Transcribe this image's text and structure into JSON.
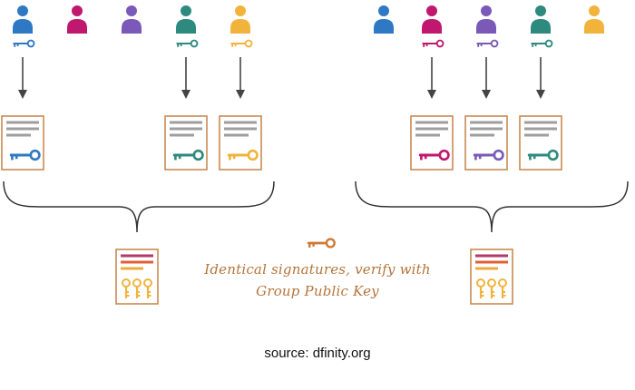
{
  "colors": {
    "blue": "#2f79c4",
    "magenta": "#c0186e",
    "purple": "#7b59b8",
    "teal": "#2e8a7e",
    "yellow": "#f2b33d",
    "doc_border": "#c98a52",
    "doc_lines": "#9e9e9e",
    "bracket": "#333333",
    "arrow": "#444444",
    "group_key": "#cf7a33",
    "cert_line_1": "#b03a6e",
    "cert_line_2": "#e0603a",
    "cert_line_3": "#f0a83c"
  },
  "groups": [
    {
      "users": [
        "blue",
        "magenta",
        "purple",
        "teal",
        "yellow"
      ],
      "signers": [
        "blue",
        "teal",
        "yellow"
      ]
    },
    {
      "users": [
        "blue",
        "magenta",
        "purple",
        "teal",
        "yellow"
      ],
      "signers": [
        "magenta",
        "purple",
        "teal"
      ]
    }
  ],
  "caption": {
    "line1": "Identical signatures, verify with",
    "line2": "Group Public Key"
  },
  "source": "source: dfinity.org"
}
